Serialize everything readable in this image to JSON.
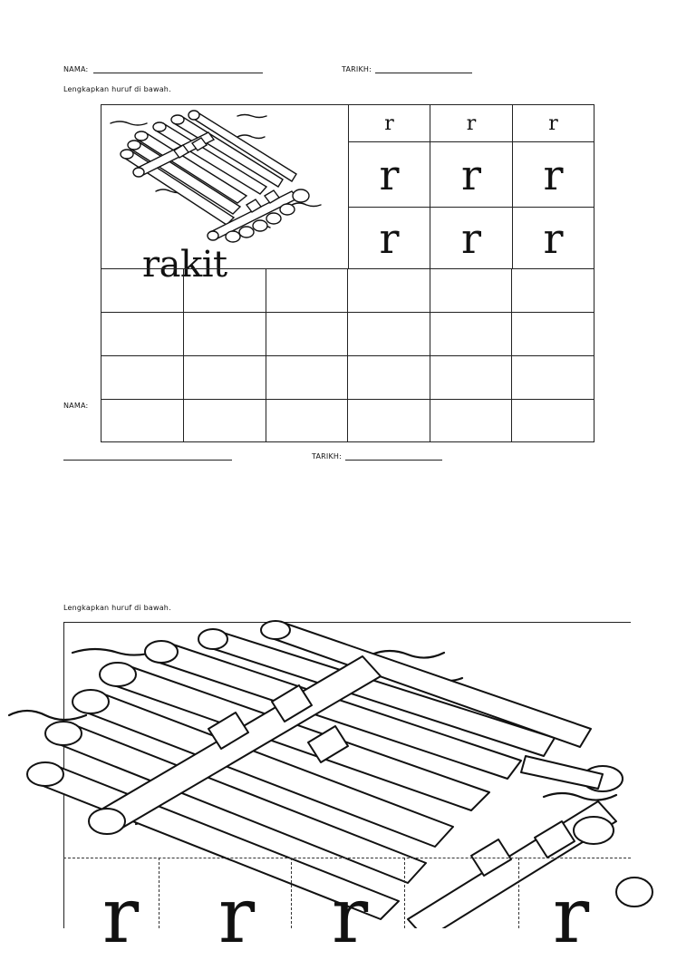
{
  "sheet1": {
    "name_label": "NAMA:",
    "date_label": "TARIKH:",
    "instruction": "Lengkapkan huruf di bawah.",
    "word": "rakit",
    "small_letters": [
      "r",
      "r",
      "r"
    ],
    "large_letters": [
      "r",
      "r",
      "r",
      "r",
      "r",
      "r"
    ]
  },
  "sheet2": {
    "name_label": "NAMA:",
    "date_label": "TARIKH:",
    "instruction": "Lengkapkan huruf di bawah.",
    "letters": [
      "r",
      "r",
      "r",
      "r"
    ]
  },
  "icons": {
    "picture": "raft-illustration"
  }
}
